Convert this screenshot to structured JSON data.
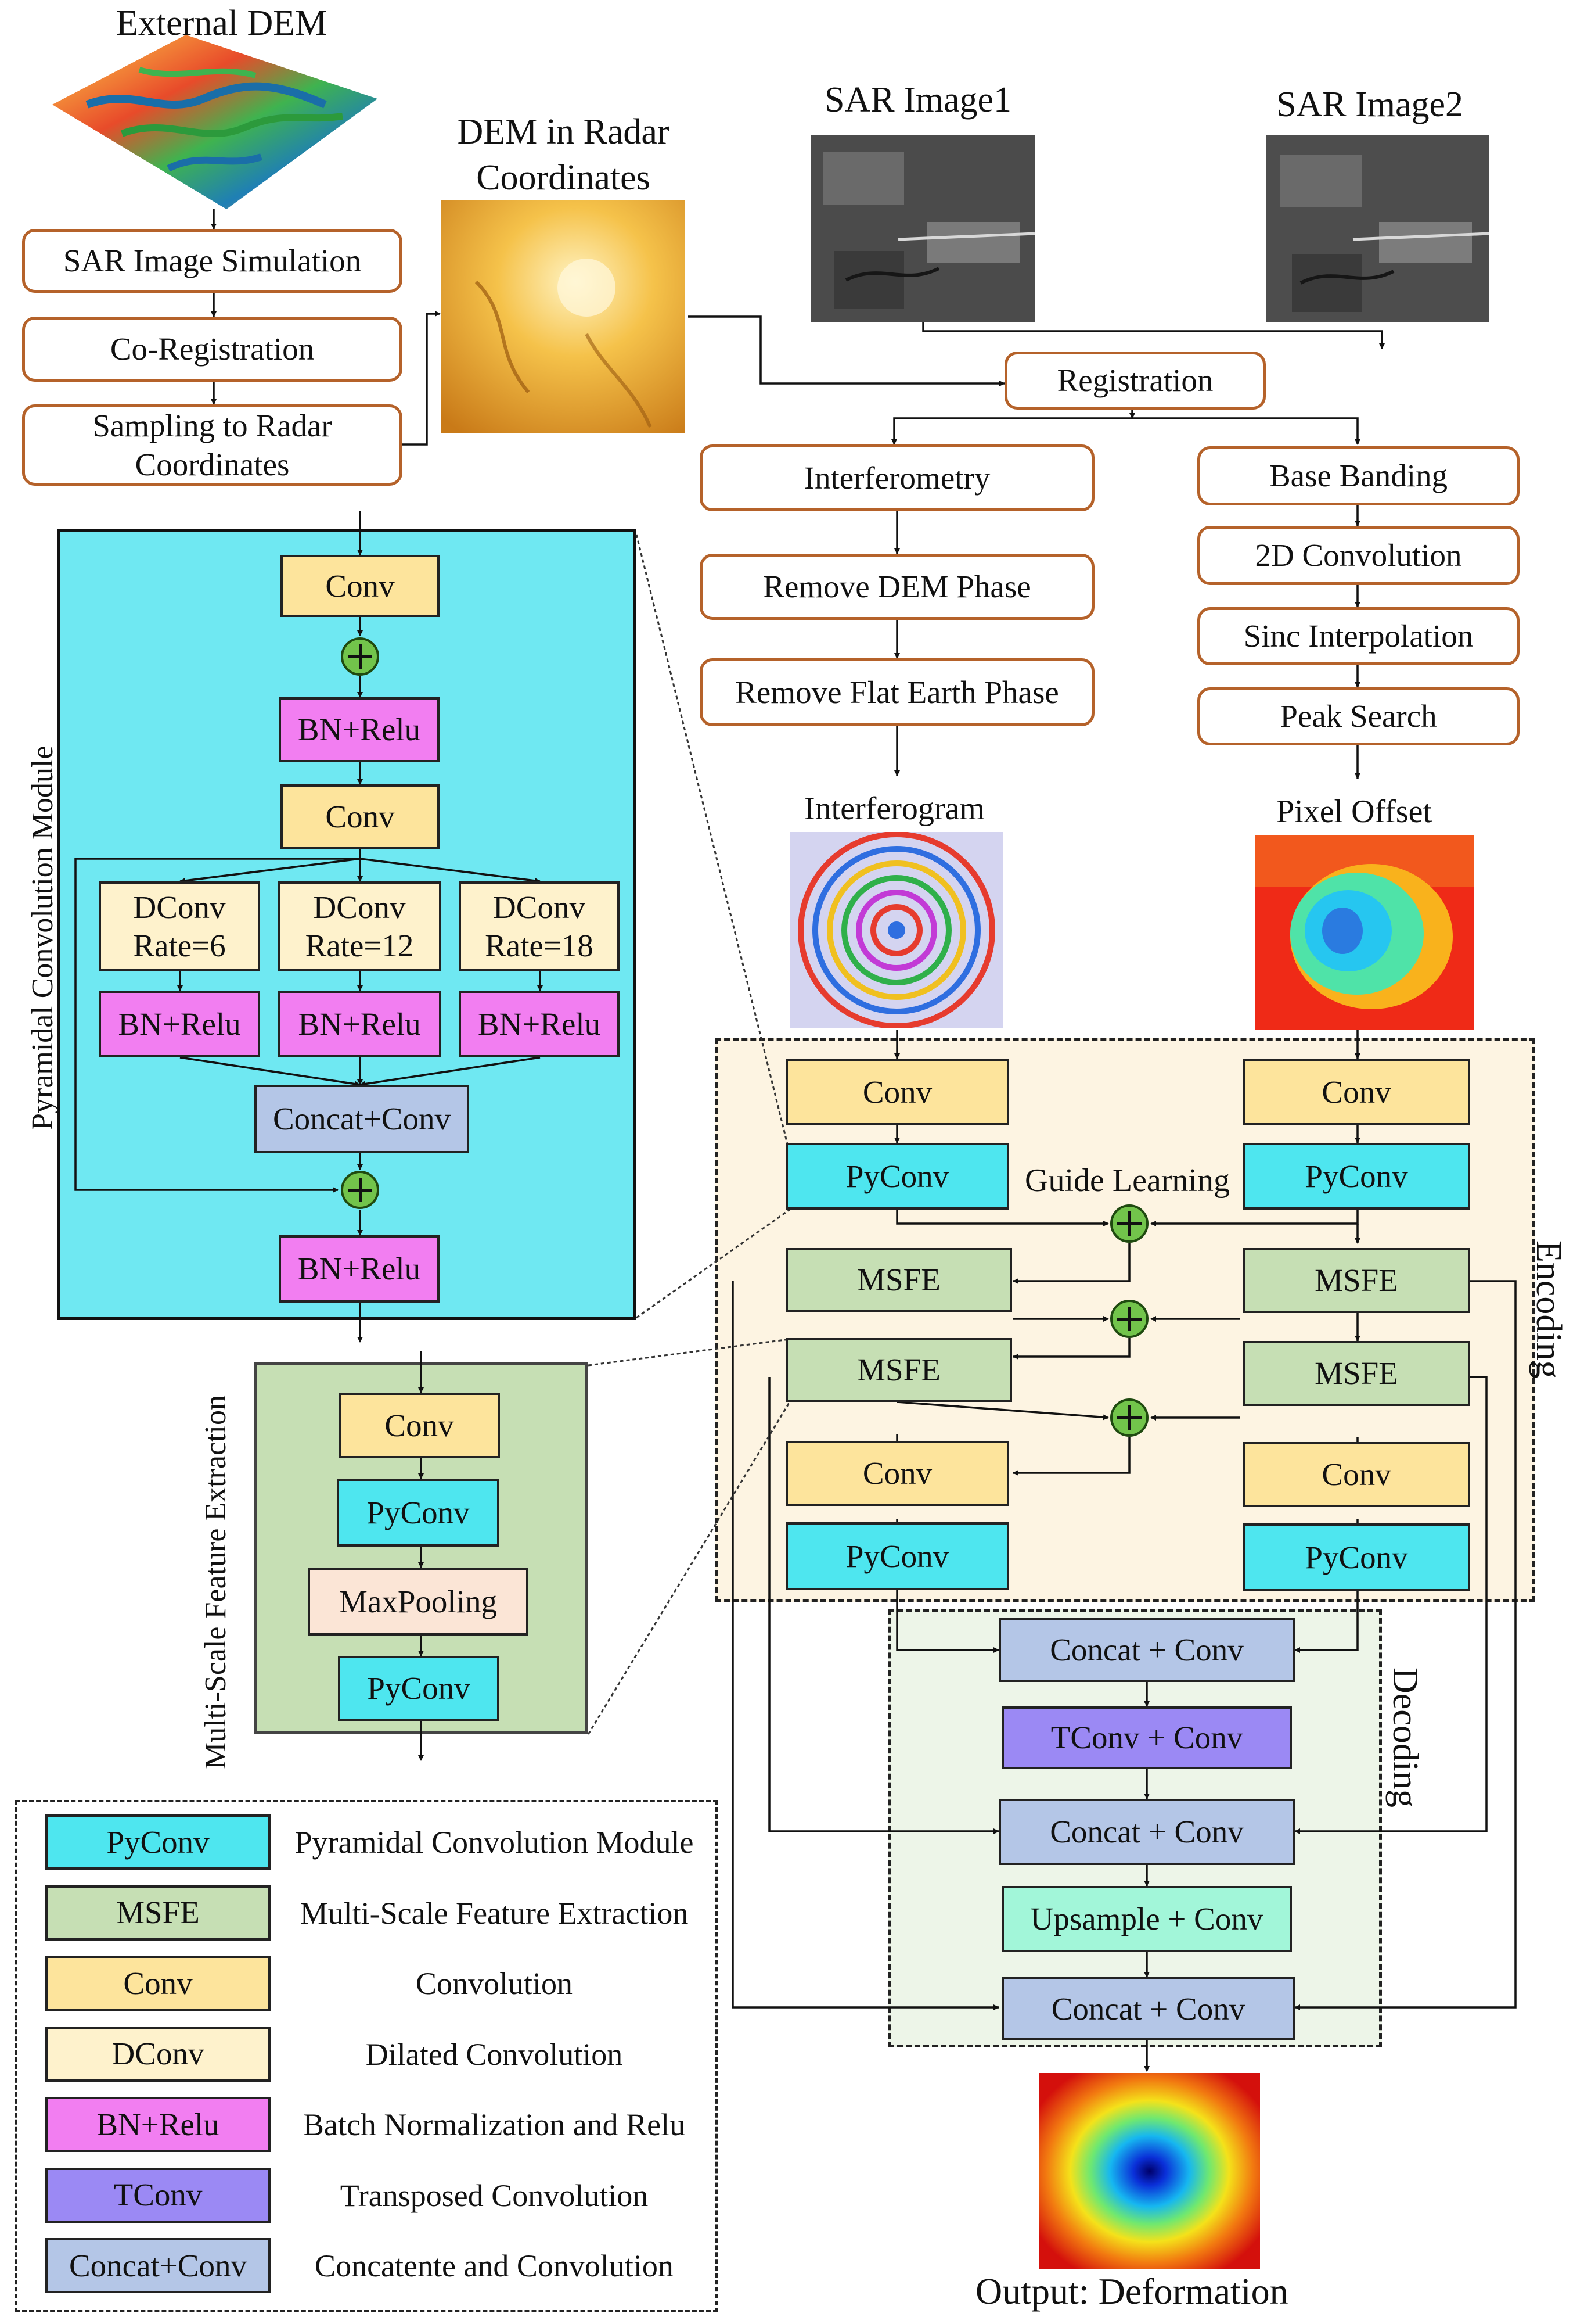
{
  "top_left": {
    "external_dem_title": "External DEM",
    "simulation": "SAR Image Simulation",
    "coregistration": "Co-Registration",
    "sampling": "Sampling to Radar\nCoordinates",
    "dem_radar_title": "DEM in Radar\nCoordinates"
  },
  "top_right": {
    "sar1_title": "SAR Image1",
    "sar2_title": "SAR Image2",
    "registration": "Registration",
    "left_chain": [
      "Interferometry",
      "Remove DEM Phase",
      "Remove Flat Earth Phase"
    ],
    "right_chain": [
      "Base Banding",
      "2D Convolution",
      "Sinc Interpolation",
      "Peak Search"
    ],
    "interferogram_title": "Interferogram",
    "pixel_offset_title": "Pixel Offset"
  },
  "pyconv_module": {
    "side_label": "Pyramidal Convolution Module",
    "conv1": "Conv",
    "bnrelu1": "BN+Relu",
    "conv2": "Conv",
    "dconvs": [
      "DConv\nRate=6",
      "DConv\nRate=12",
      "DConv\nRate=18"
    ],
    "bnrelus": [
      "BN+Relu",
      "BN+Relu",
      "BN+Relu"
    ],
    "concat": "Concat+Conv",
    "bnrelu_out": "BN+Relu"
  },
  "msfe_module": {
    "side_label": "Multi-Scale Feature Extraction",
    "blocks": [
      "Conv",
      "PyConv",
      "MaxPooling",
      "PyConv"
    ]
  },
  "encoding": {
    "label": "Encoding",
    "guide_label": "Guide Learning",
    "left": [
      "Conv",
      "PyConv",
      "MSFE",
      "MSFE",
      "Conv",
      "PyConv"
    ],
    "right": [
      "Conv",
      "PyConv",
      "MSFE",
      "MSFE",
      "Conv",
      "PyConv"
    ]
  },
  "decoding": {
    "label": "Decoding",
    "blocks": [
      "Concat + Conv",
      "TConv + Conv",
      "Concat + Conv",
      "Upsample + Conv",
      "Concat + Conv"
    ]
  },
  "output_title": "Output: Deformation",
  "legend": [
    {
      "key": "PyConv",
      "desc": "Pyramidal Convolution Module",
      "color": "#4ee6ef"
    },
    {
      "key": "MSFE",
      "desc": "Multi-Scale Feature Extraction",
      "color": "#c6dfb4"
    },
    {
      "key": "Conv",
      "desc": "Convolution",
      "color": "#fde49c"
    },
    {
      "key": "DConv",
      "desc": "Dilated Convolution",
      "color": "#fef2cc"
    },
    {
      "key": "BN+Relu",
      "desc": "Batch Normalization and Relu",
      "color": "#f27ef1"
    },
    {
      "key": "TConv",
      "desc": "Transposed Convolution",
      "color": "#9b89f4"
    },
    {
      "key": "Concat+Conv",
      "desc": "Concatente and Convolution",
      "color": "#b4c6e7"
    }
  ]
}
